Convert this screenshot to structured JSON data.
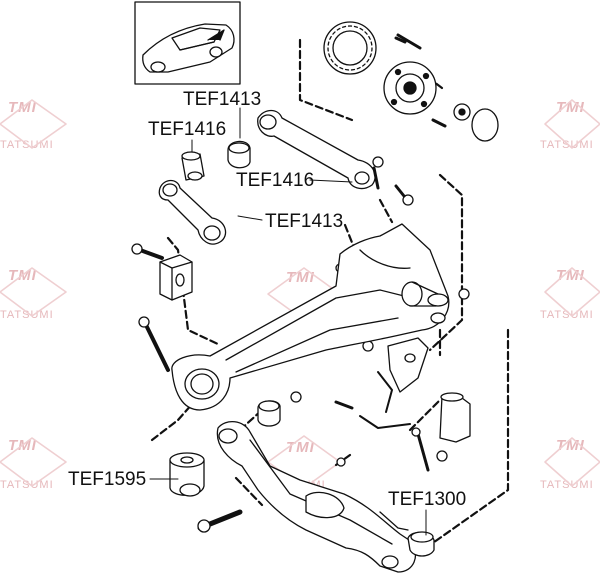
{
  "labels": {
    "tef1413_top": "TEF1413",
    "tef1416_left": "TEF1416",
    "tef1416_right": "TEF1416",
    "tef1413_mid": "TEF1413",
    "tef1595": "TEF1595",
    "tef1300": "TEF1300"
  },
  "watermark": {
    "brand": "TMI",
    "name": "TATSUMI",
    "color": "#e6b8bb"
  },
  "colors": {
    "line": "#111111",
    "fill": "#ffffff",
    "shade": "#d9d9d9"
  }
}
